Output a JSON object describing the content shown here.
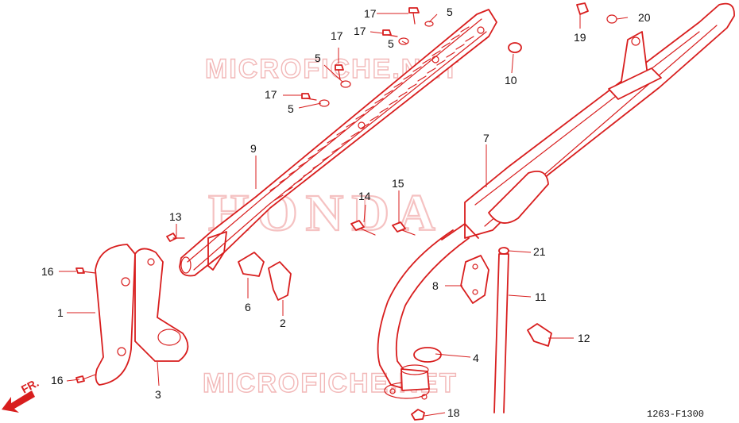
{
  "watermarks": {
    "top": "MICROFICHE.NET",
    "bottom": "MICROFICHE.NET",
    "brand": "HONDA"
  },
  "figure_code": "1263-F1300",
  "direction_label": "FR.",
  "callouts": {
    "c1": "1",
    "c2": "2",
    "c3": "3",
    "c4": "4",
    "c5a": "5",
    "c5b": "5",
    "c5c": "5",
    "c5d": "5",
    "c6": "6",
    "c7": "7",
    "c8": "8",
    "c9": "9",
    "c10": "10",
    "c11": "11",
    "c12": "12",
    "c13": "13",
    "c14": "14",
    "c15": "15",
    "c16a": "16",
    "c16b": "16",
    "c17a": "17",
    "c17b": "17",
    "c17c": "17",
    "c17d": "17",
    "c18": "18",
    "c19": "19",
    "c20": "20",
    "c21": "21"
  },
  "colors": {
    "line": "#d81e1e",
    "watermark": "#f2b8b8"
  }
}
